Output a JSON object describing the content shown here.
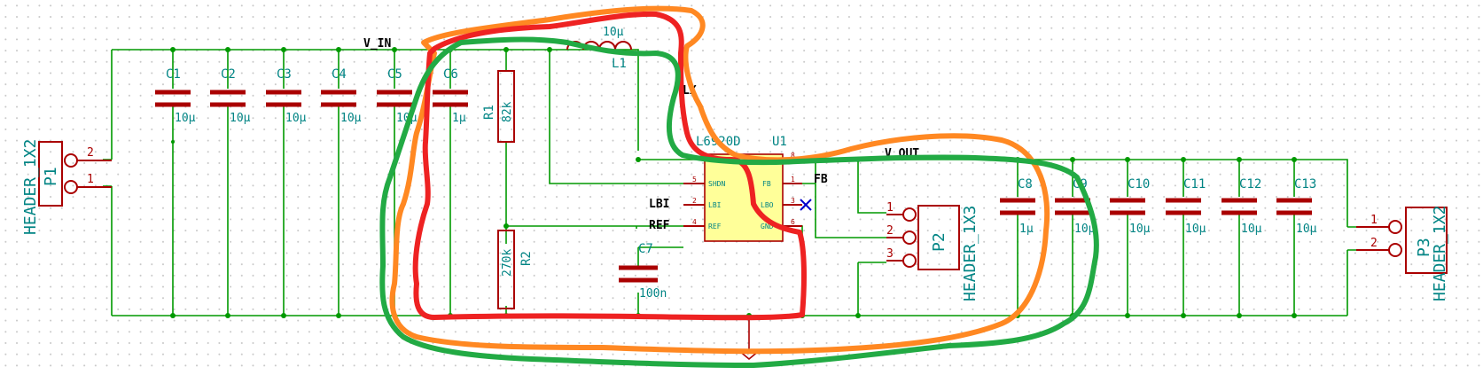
{
  "nets": {
    "vin": "V_IN",
    "vout": "V_OUT",
    "lx": "LX",
    "fb": "FB",
    "lbi": "LBI",
    "ref": "REF"
  },
  "input_header": {
    "ref": "P1",
    "value": "HEADER_1X2",
    "pins": [
      "2",
      "1"
    ]
  },
  "input_caps": [
    {
      "ref": "C1",
      "value": "10µ"
    },
    {
      "ref": "C2",
      "value": "10µ"
    },
    {
      "ref": "C3",
      "value": "10µ"
    },
    {
      "ref": "C4",
      "value": "10µ"
    },
    {
      "ref": "C5",
      "value": "10µ"
    },
    {
      "ref": "C6",
      "value": "1µ"
    }
  ],
  "inductor": {
    "ref": "L1",
    "value": "10µ"
  },
  "r1": {
    "ref": "R1",
    "value": "82k"
  },
  "r2": {
    "ref": "R2",
    "value": "270k"
  },
  "c7": {
    "ref": "C7",
    "value": "100n"
  },
  "ic": {
    "ref": "U1",
    "value": "L6920D",
    "left_pins": [
      {
        "num": "5",
        "name": "SHDN"
      },
      {
        "num": "2",
        "name": "LBI"
      },
      {
        "num": "4",
        "name": "REF"
      }
    ],
    "right_pins": [
      {
        "num": "1",
        "name": "FB"
      },
      {
        "num": "3",
        "name": "LBO"
      },
      {
        "num": "6",
        "name": "GND"
      }
    ],
    "top_pin": "8"
  },
  "p2": {
    "ref": "P2",
    "value": "HEADER_1X3",
    "pins": [
      "1",
      "2",
      "3"
    ]
  },
  "output_caps": [
    {
      "ref": "C8",
      "value": "1µ"
    },
    {
      "ref": "C9",
      "value": "10µ"
    },
    {
      "ref": "C10",
      "value": "10µ"
    },
    {
      "ref": "C11",
      "value": "10µ"
    },
    {
      "ref": "C12",
      "value": "10µ"
    },
    {
      "ref": "C13",
      "value": "10µ"
    }
  ],
  "output_header": {
    "ref": "P3",
    "value": "HEADER_1X2",
    "pins": [
      "1",
      "2"
    ]
  },
  "colors": {
    "wire": "#009900",
    "part": "#aa0000",
    "label": "#008484",
    "red_loop": "#ee2222",
    "orange_loop": "#ff8822",
    "green_loop": "#22aa44"
  }
}
